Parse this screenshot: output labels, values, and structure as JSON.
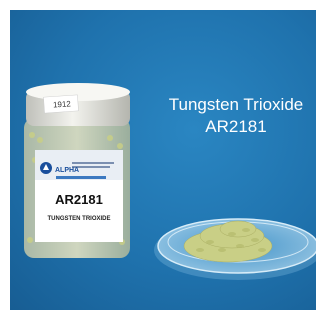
{
  "caption": {
    "line1": "Tungsten Trioxide",
    "line2": "AR2181"
  },
  "jar": {
    "lid_number": "1912",
    "brand": "ALPHA",
    "product_code": "AR2181",
    "product_name": "TUNGSTEN TRIOXIDE"
  },
  "colors": {
    "background": "#1f72ad",
    "pellets": "#c9cf86",
    "lid": "#e8e8e2"
  }
}
